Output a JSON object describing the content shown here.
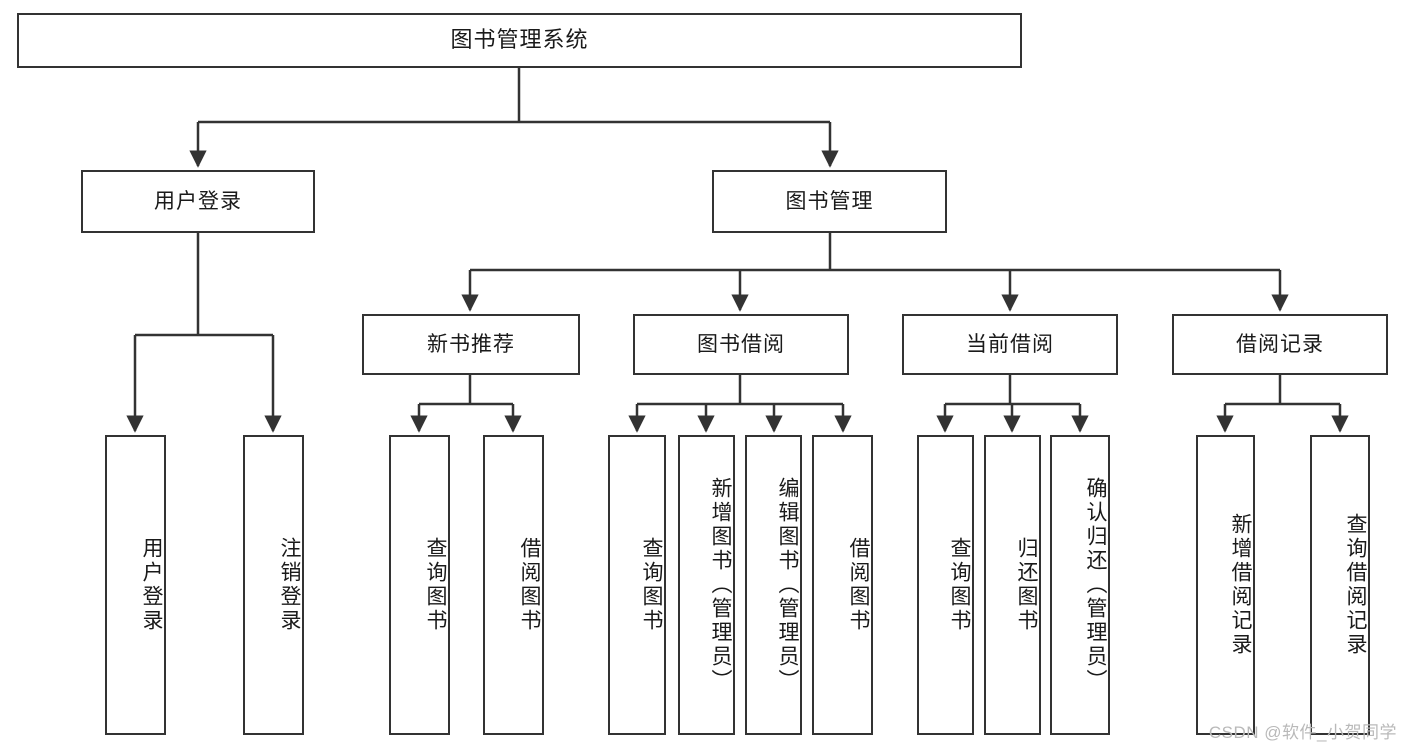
{
  "diagram": {
    "title": "图书管理系统",
    "type": "tree",
    "line_color": "#333333",
    "box_fill": "#ffffff",
    "text_color": "#1a1a1a",
    "watermark": "CSDN @软件_小贺同学"
  },
  "nodes": {
    "root": {
      "label": "图书管理系统"
    },
    "level1": [
      {
        "label": "用户登录"
      },
      {
        "label": "图书管理"
      }
    ],
    "level2": [
      {
        "label": "新书推荐"
      },
      {
        "label": "图书借阅"
      },
      {
        "label": "当前借阅"
      },
      {
        "label": "借阅记录"
      }
    ],
    "leaves": {
      "user_login": [
        {
          "label": "用户登录"
        },
        {
          "label": "注销登录"
        }
      ],
      "new_book_recommend": [
        {
          "label": "查询图书"
        },
        {
          "label": "借阅图书"
        }
      ],
      "book_borrow": [
        {
          "label": "查询图书"
        },
        {
          "label": "新增图书（管理员）"
        },
        {
          "label": "编辑图书（管理员）"
        },
        {
          "label": "借阅图书"
        }
      ],
      "current_borrow": [
        {
          "label": "查询图书"
        },
        {
          "label": "归还图书"
        },
        {
          "label": "确认归还（管理员）"
        }
      ],
      "borrow_records": [
        {
          "label": "新增借阅记录"
        },
        {
          "label": "查询借阅记录"
        }
      ]
    }
  }
}
